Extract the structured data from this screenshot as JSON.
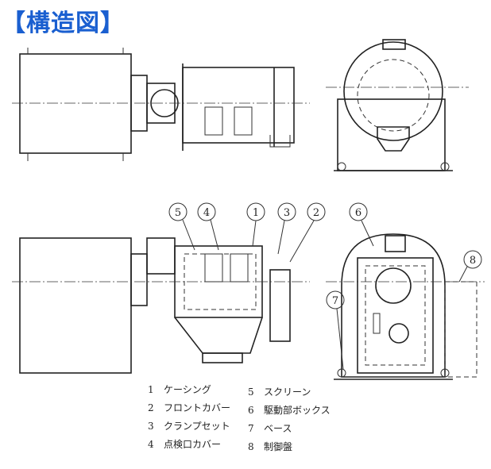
{
  "title": "【構造図】",
  "callouts": [
    "5",
    "4",
    "1",
    "3",
    "2",
    "6",
    "8",
    "7"
  ],
  "legend": [
    {
      "num": "1",
      "label": "ケーシング"
    },
    {
      "num": "2",
      "label": "フロントカバー"
    },
    {
      "num": "3",
      "label": "クランプセット"
    },
    {
      "num": "4",
      "label": "点検口カバー"
    },
    {
      "num": "5",
      "label": "スクリーン"
    },
    {
      "num": "6",
      "label": "駆動部ボックス"
    },
    {
      "num": "7",
      "label": "ベース"
    },
    {
      "num": "8",
      "label": "制御盤"
    }
  ],
  "colors": {
    "title": "#1a5fd0",
    "line": "#222222"
  }
}
